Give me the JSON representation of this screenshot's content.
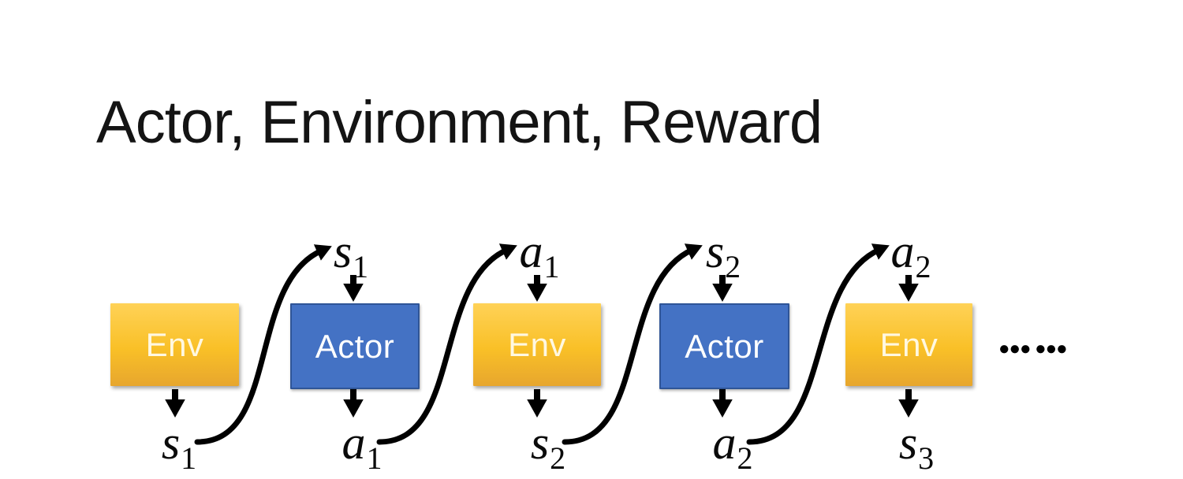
{
  "slide": {
    "title": "Actor, Environment, Reward",
    "ellipsis": "●●● ●●●"
  },
  "diagram": {
    "boxes": [
      {
        "label": "Env",
        "type": "env"
      },
      {
        "label": "Actor",
        "type": "actor"
      },
      {
        "label": "Env",
        "type": "env"
      },
      {
        "label": "Actor",
        "type": "actor"
      },
      {
        "label": "Env",
        "type": "env"
      }
    ],
    "top_labels": [
      {
        "base": "s",
        "sub": "1"
      },
      {
        "base": "a",
        "sub": "1"
      },
      {
        "base": "s",
        "sub": "2"
      },
      {
        "base": "a",
        "sub": "2"
      }
    ],
    "bottom_labels": [
      {
        "base": "s",
        "sub": "1"
      },
      {
        "base": "a",
        "sub": "1"
      },
      {
        "base": "s",
        "sub": "2"
      },
      {
        "base": "a",
        "sub": "2"
      },
      {
        "base": "s",
        "sub": "3"
      }
    ]
  },
  "colors": {
    "background": "#FFFFFF",
    "title": "#141414",
    "label": "#0A0A0A",
    "arrow": "#000000",
    "env_top": "#FFD257",
    "env_mid": "#F9C027",
    "env_bottom": "#E7A62E",
    "env_text": "#FFF8E1",
    "actor_fill": "#4472C4",
    "actor_border": "#2F5597",
    "box_text": "#FFFFFF"
  }
}
